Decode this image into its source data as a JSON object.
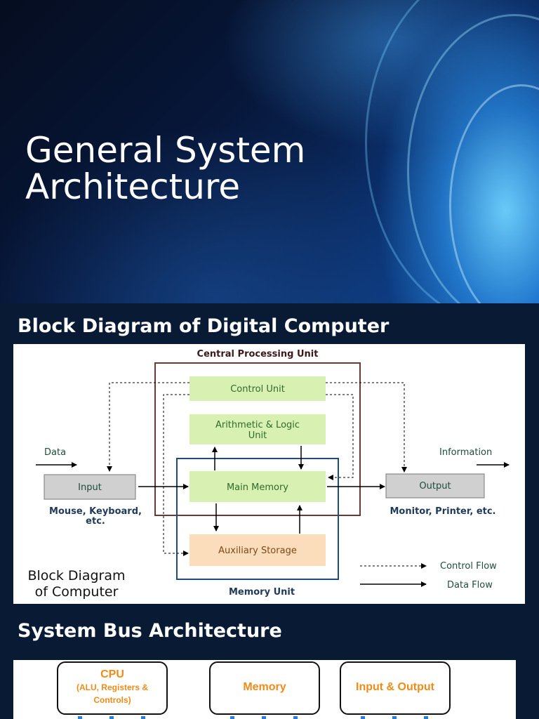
{
  "slides": {
    "title_slide": {
      "title_line1": "General System",
      "title_line2": "Architecture"
    },
    "block_slide": {
      "heading": "Block Diagram of Digital Computer",
      "diagram": {
        "cpu_label": "Central Processing Unit",
        "control_unit": "Control Unit",
        "alu_line1": "Arithmetic & Logic",
        "alu_line2": "Unit",
        "main_memory": "Main Memory",
        "auxiliary_storage": "Auxiliary Storage",
        "memory_unit": "Memory Unit",
        "input": "Input",
        "output": "Output",
        "data_label": "Data",
        "information_label": "Information",
        "input_devices_line1": "Mouse, Keyboard,",
        "input_devices_line2": "etc.",
        "output_devices": "Monitor, Printer, etc.",
        "legend_control_flow": "Control Flow",
        "legend_data_flow": "Data Flow",
        "caption_line1": "Block Diagram",
        "caption_line2": "of Computer",
        "colors": {
          "unit_fill": "#d9f0b3",
          "unit_text": "#2f6b2a",
          "aux_fill": "#fbdcbb",
          "aux_text": "#7a4a1a",
          "io_fill": "#cfcfcf",
          "cpu_border": "#6a3a32",
          "memory_border": "#1f4d7a"
        }
      }
    },
    "bus_slide": {
      "heading": "System Bus Architecture",
      "boxes": {
        "cpu_title": "CPU",
        "cpu_sub_line1": "(ALU, Registers &",
        "cpu_sub_line2": "Controls)",
        "memory_title": "Memory",
        "io_title": "Input & Output"
      },
      "colors": {
        "box_text": "#f28a16",
        "bus_ticks": "#2a7ed8"
      }
    }
  }
}
